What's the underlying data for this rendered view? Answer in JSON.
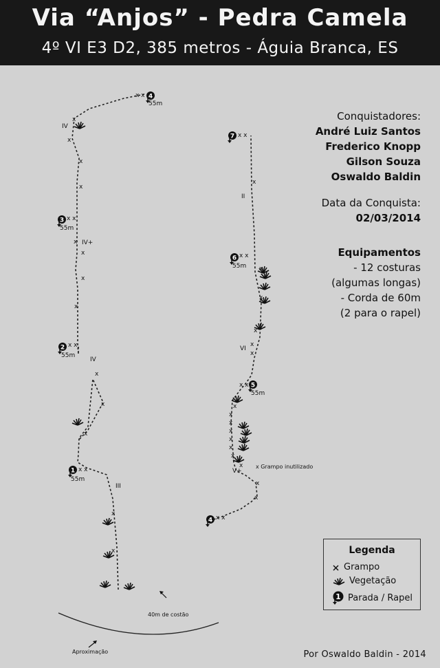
{
  "header": {
    "title": "Via “Anjos” - Pedra Camela",
    "subtitle": "4º VI E3 D2, 385 metros - Águia Branca, ES"
  },
  "info": {
    "conquistadores_label": "Conquistadores:",
    "conquistadores": [
      "André Luiz Santos",
      "Frederico Knopp",
      "Gilson Souza",
      "Oswaldo Baldin"
    ],
    "data_label": "Data da Conquista:",
    "data_value": "02/03/2014",
    "equip_label": "Equipamentos",
    "equip_lines": [
      "- 12 costuras",
      "(algumas longas)",
      "- Corda de 60m",
      "(2 para o rapel)"
    ]
  },
  "topo": {
    "pitch_lengths": [
      "55m",
      "55m",
      "55m",
      "55m",
      "55m",
      "55m"
    ],
    "grades_left": [
      "IV",
      "IV+",
      "IV",
      "III"
    ],
    "grades_right": [
      "II",
      "VI",
      "V+"
    ],
    "stations": [
      "1",
      "2",
      "3",
      "4",
      "4",
      "5",
      "6",
      "7"
    ],
    "grampo_inutilizado": "x Grampo inutilizado",
    "costao": "40m de costão",
    "aproximacao": "Aproximação"
  },
  "legend": {
    "title": "Legenda",
    "grampo": "Grampo",
    "vegetacao": "Vegetação",
    "parada": "Parada / Rapel",
    "station_number": "1"
  },
  "credit": "Por Oswaldo Baldin - 2014"
}
